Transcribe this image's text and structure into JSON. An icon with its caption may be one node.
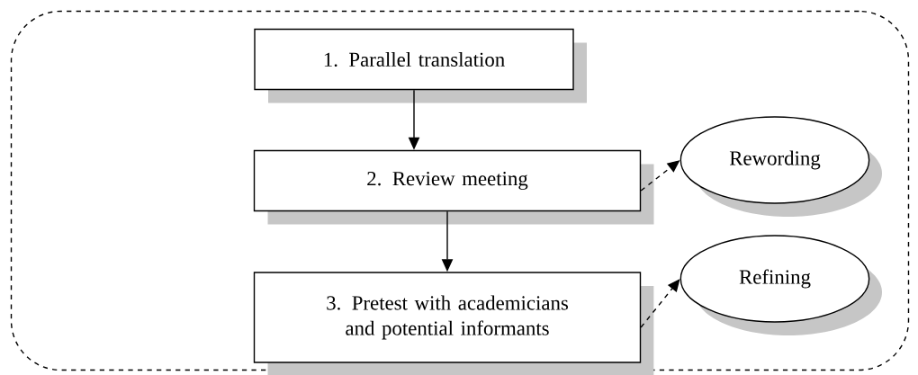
{
  "diagram": {
    "nodes": [
      {
        "text": [],
        "shape": "box"
      },
      {
        "text": [
          "1. Parallel translation"
        ],
        "in": 0
      },
      {
        "text": [
          "2. Review meeting"
        ],
        "in": 0
      },
      {
        "text": [
          "3. Pretest with academicians and potential informants"
        ],
        "in": 0
      },
      {
        "text": [
          "Rewording"
        ],
        "in": 0
      },
      {
        "text": [
          "Refining"
        ],
        "in": 0
      }
    ],
    "edges": [
      {
        "from": 1,
        "to": 2,
        "arrow": "to"
      },
      {
        "from": 2,
        "to": 3,
        "arrow": "to"
      },
      {
        "from": 2,
        "to": 4,
        "arrow": "to",
        "style": "dashed"
      },
      {
        "from": 3,
        "to": 5,
        "arrow": "to",
        "style": "dashed"
      }
    ]
  }
}
